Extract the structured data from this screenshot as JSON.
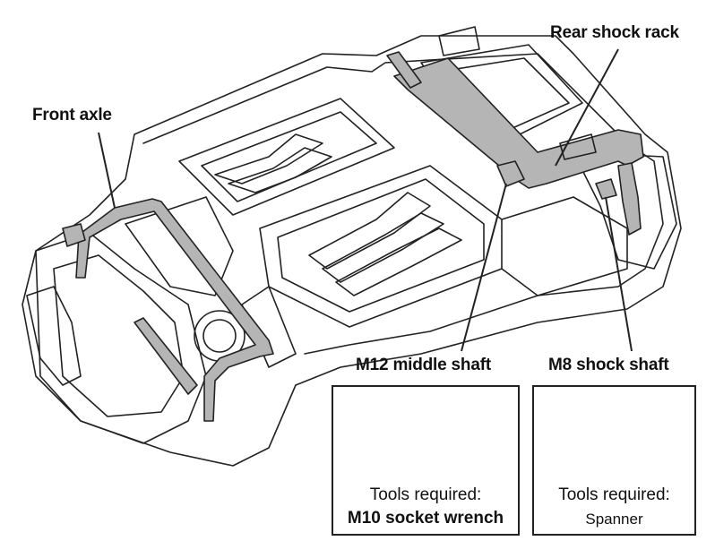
{
  "labels": {
    "front_axle": "Front axle",
    "rear_shock_rack": "Rear shock rack",
    "m12_middle_shaft": "M12 middle shaft",
    "m8_shock_shaft": "M8 shock shaft"
  },
  "tools": [
    {
      "required_label": "Tools required:",
      "name": "M10 socket wrench",
      "icon": "socket-wrench-icon"
    },
    {
      "required_label": "Tools required:",
      "name": "Spanner",
      "icon": "spanner-icon"
    }
  ],
  "colors": {
    "line": "#222222",
    "part_fill": "#b5b5b5",
    "background": "#ffffff"
  }
}
